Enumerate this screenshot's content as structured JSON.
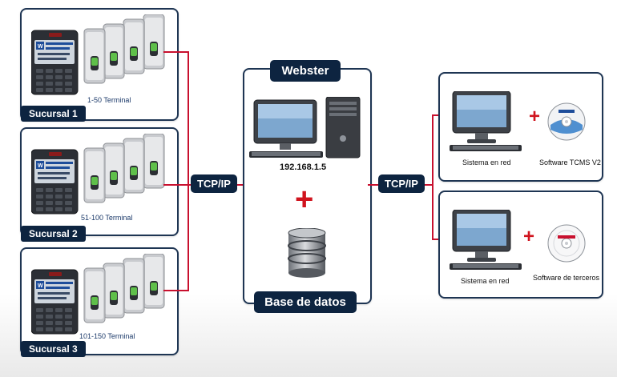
{
  "branches": [
    {
      "badge": "Sucursal  1",
      "caption": "1-50 Terminal"
    },
    {
      "badge": "Sucursal  2",
      "caption": "51-100  Terminal"
    },
    {
      "badge": "Sucursal  3",
      "caption": "101-150 Terminal"
    }
  ],
  "left_link": "TCP/IP",
  "right_link": "TCP/IP",
  "server": {
    "title": "Webster",
    "ip": "192.168.1.5",
    "plus": "+",
    "footer": "Base de datos"
  },
  "clients": [
    {
      "caption": "Sistema en red",
      "software": "Software TCMS V2",
      "plus": "+"
    },
    {
      "caption": "Sistema en red",
      "software": "Software de terceros",
      "plus": "+"
    }
  ],
  "colors": {
    "navy": "#0d2440",
    "wire": "#c8102e",
    "border": "#1e3553"
  }
}
